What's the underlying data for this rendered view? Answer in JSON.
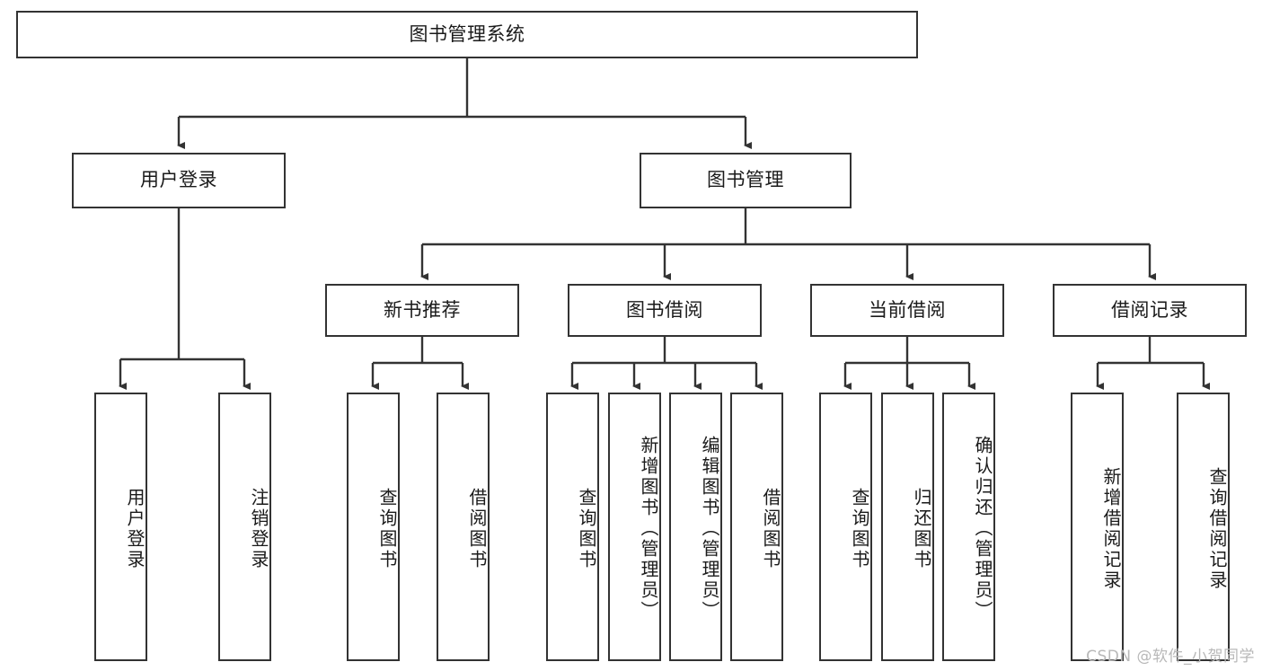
{
  "diagram": {
    "title": "图书管理系统",
    "type": "tree",
    "watermark": "CSDN @软件_小贺同学",
    "colors": {
      "box_border": "#333333",
      "box_fill": "#ffffff",
      "edge": "#333333",
      "text": "#1a1a1a",
      "watermark": "#b8b8b8"
    },
    "levels": {
      "root": [
        "图书管理系统"
      ],
      "level2": [
        "用户登录",
        "图书管理"
      ],
      "level3": [
        "新书推荐",
        "图书借阅",
        "当前借阅",
        "借阅记录"
      ],
      "leaves": [
        "用户登录",
        "注销登录",
        "查询图书",
        "借阅图书",
        "查询图书",
        "新增图书（管理员）",
        "编辑图书（管理员）",
        "借阅图书",
        "查询图书",
        "归还图书",
        "确认归还（管理员）",
        "新增借阅记录",
        "查询借阅记录"
      ]
    },
    "nodes": {
      "root": {
        "label": "图书管理系统"
      },
      "user_login": {
        "label": "用户登录"
      },
      "book_manage": {
        "label": "图书管理"
      },
      "new_book_rec": {
        "label": "新书推荐"
      },
      "book_borrow": {
        "label": "图书借阅"
      },
      "current_borrow": {
        "label": "当前借阅"
      },
      "borrow_record": {
        "label": "借阅记录"
      },
      "leaf_user_login": {
        "label": "用户登录"
      },
      "leaf_logout": {
        "label": "注销登录"
      },
      "leaf_query_book_1": {
        "label": "查询图书"
      },
      "leaf_borrow_book_1": {
        "label": "借阅图书"
      },
      "leaf_query_book_2": {
        "label": "查询图书"
      },
      "leaf_add_book": {
        "label": "新增图书（管理员）"
      },
      "leaf_edit_book": {
        "label": "编辑图书（管理员）"
      },
      "leaf_borrow_book_2": {
        "label": "借阅图书"
      },
      "leaf_query_book_3": {
        "label": "查询图书"
      },
      "leaf_return_book": {
        "label": "归还图书"
      },
      "leaf_confirm_return": {
        "label": "确认归还（管理员）"
      },
      "leaf_add_record": {
        "label": "新增借阅记录"
      },
      "leaf_query_record": {
        "label": "查询借阅记录"
      }
    }
  }
}
